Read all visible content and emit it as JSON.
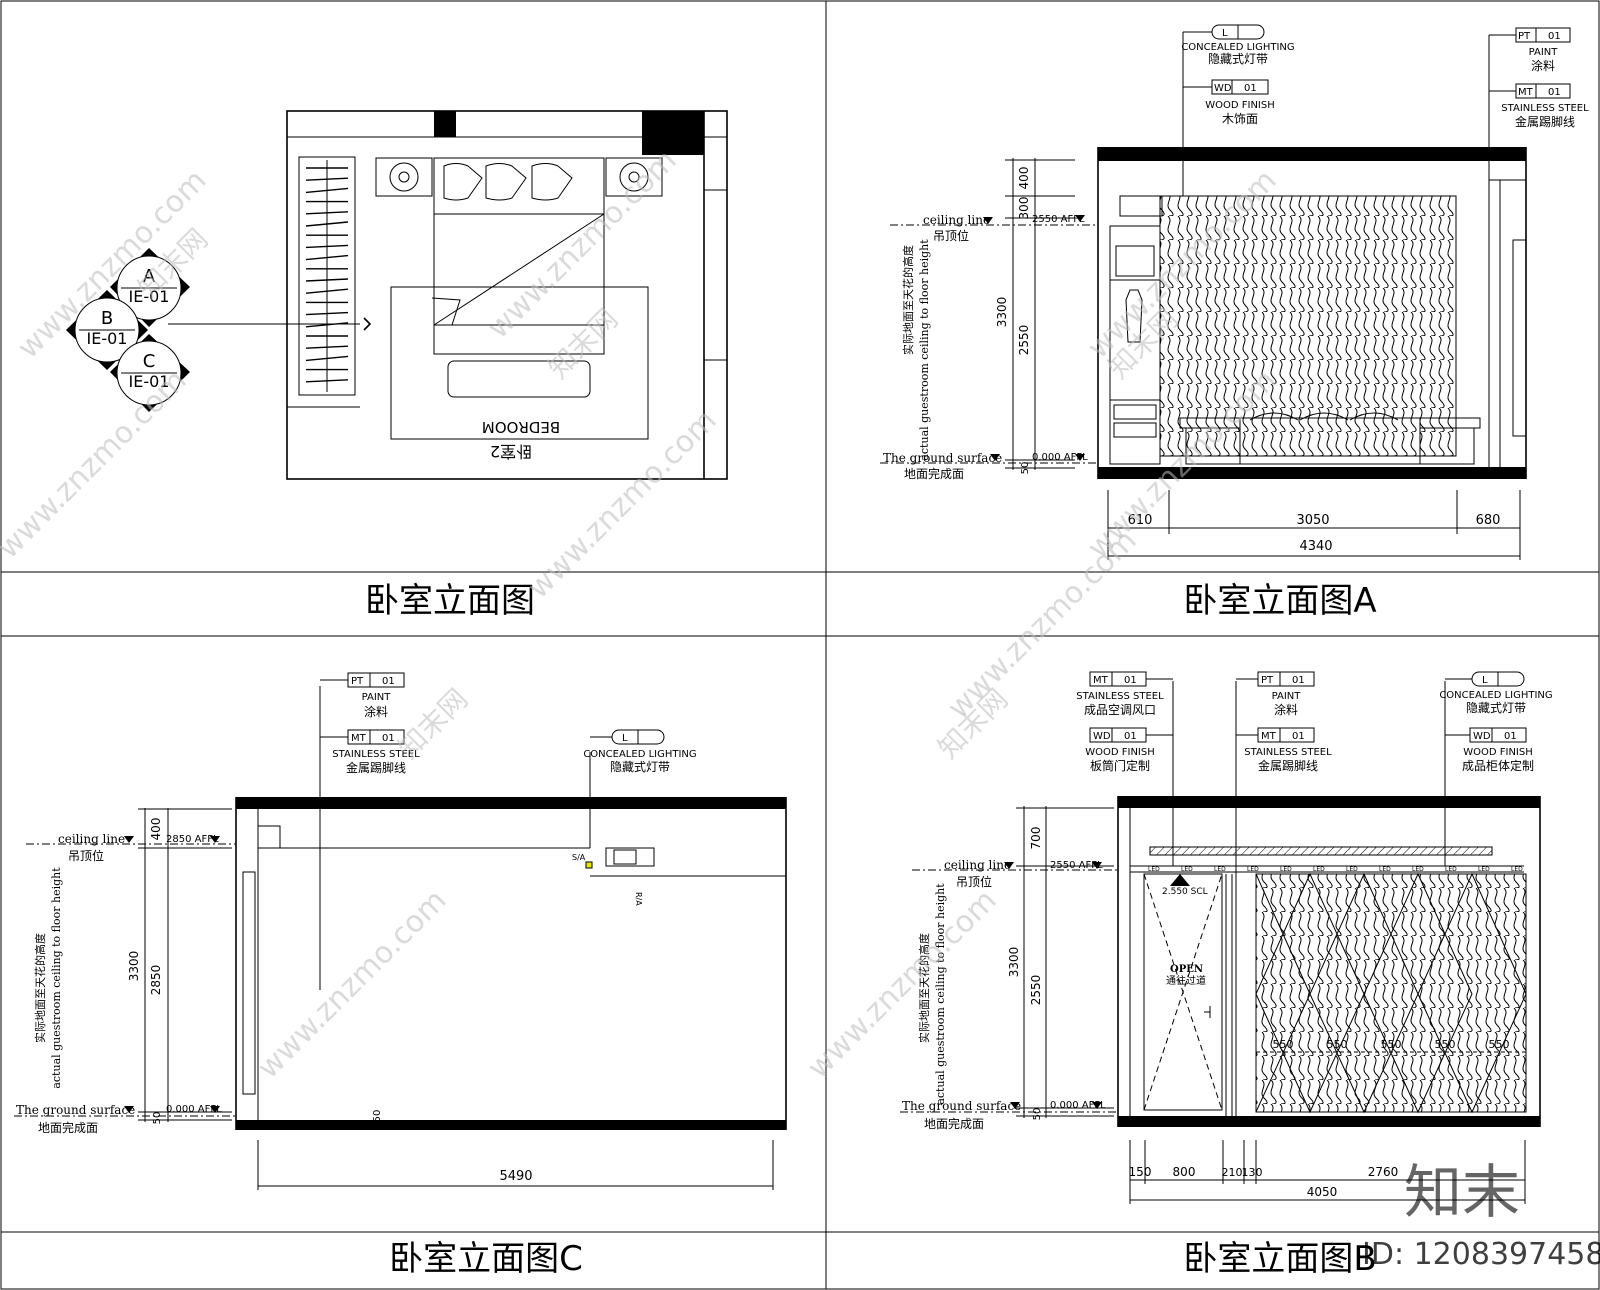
{
  "panels": {
    "plan": {
      "title": "卧室立面图",
      "room_cn": "卧室2",
      "room_en": "BEDROOM",
      "index_markers": [
        {
          "letter": "A",
          "ref": "IE-01"
        },
        {
          "letter": "B",
          "ref": "IE-01"
        },
        {
          "letter": "C",
          "ref": "IE-01"
        }
      ]
    },
    "elev_a": {
      "title": "卧室立面图A",
      "ceiling_en": "ceiling line",
      "ceiling_cn": "吊顶位",
      "ceiling_level": "2550 AFFL",
      "ground_en": "The ground surface",
      "ground_cn": "地面完成面",
      "ground_level": "0.000 AFFL",
      "height_cn": "实际地面至天花的高度",
      "height_en": "actual guestroom ceiling to floor height",
      "dims_v": [
        "400",
        "300",
        "3300",
        "2550",
        "50"
      ],
      "dims_h": [
        "610",
        "3050",
        "680",
        "4340"
      ],
      "tags": [
        {
          "code": "L",
          "num": "",
          "en": "CONCEALED LIGHTING",
          "cn": "隐藏式灯带"
        },
        {
          "code": "WD",
          "num": "01",
          "en": "WOOD FINISH",
          "cn": "木饰面"
        },
        {
          "code": "PT",
          "num": "01",
          "en": "PAINT",
          "cn": "涂料"
        },
        {
          "code": "MT",
          "num": "01",
          "en": "STAINLESS STEEL",
          "cn": "金属踢脚线"
        }
      ]
    },
    "elev_c": {
      "title": "卧室立面图C",
      "ceiling_en": "ceiling line",
      "ceiling_cn": "吊顶位",
      "ceiling_level": "2850 AFFL",
      "ground_en": "The ground surface",
      "ground_cn": "地面完成面",
      "ground_level": "0.000 AFFL",
      "height_cn": "实际地面至天花的高度",
      "height_en": "actual guestroom ceiling to floor height",
      "dims_v": [
        "400",
        "3300",
        "2850",
        "50"
      ],
      "dims_h": [
        "5490"
      ],
      "small_dim": "50",
      "tags": [
        {
          "code": "PT",
          "num": "01",
          "en": "PAINT",
          "cn": "涂料"
        },
        {
          "code": "MT",
          "num": "01",
          "en": "STAINLESS STEEL",
          "cn": "金属踢脚线"
        },
        {
          "code": "L",
          "num": "",
          "en": "CONCEALED LIGHTING",
          "cn": "隐藏式灯带"
        }
      ],
      "small_marks": [
        "S/A",
        "R/A"
      ]
    },
    "elev_b": {
      "title": "卧室立面图B",
      "ceiling_en": "ceiling line",
      "ceiling_cn": "吊顶位",
      "ceiling_level": "2550 AFFL",
      "ground_en": "The ground surface",
      "ground_cn": "地面完成面",
      "ground_level": "0.000 AFFL",
      "height_cn": "实际地面至天花的高度",
      "height_en": "actual guestroom ceiling to floor height",
      "dims_v": [
        "700",
        "3300",
        "2550",
        "50"
      ],
      "dims_h": [
        "150",
        "800",
        "210",
        "130",
        "2760",
        "4050"
      ],
      "panel_dims": [
        "550",
        "550",
        "550",
        "550",
        "550"
      ],
      "door_level": "2.550 SCL",
      "door_open_en": "OPEN",
      "door_open_cn": "通往过道",
      "led": "LED",
      "tags": [
        {
          "code": "MT",
          "num": "01",
          "en": "STAINLESS STEEL",
          "cn": "成品空调风口"
        },
        {
          "code": "WD",
          "num": "01",
          "en": "WOOD FINISH",
          "cn": "板筒门定制"
        },
        {
          "code": "PT",
          "num": "01",
          "en": "PAINT",
          "cn": "涂料"
        },
        {
          "code": "MT",
          "num": "01",
          "en": "STAINLESS STEEL",
          "cn": "金属踢脚线"
        },
        {
          "code": "L",
          "num": "",
          "en": "CONCEALED LIGHTING",
          "cn": "隐藏式灯带"
        },
        {
          "code": "WD",
          "num": "01",
          "en": "WOOD FINISH",
          "cn": "成品柜体定制"
        }
      ]
    }
  },
  "watermark": {
    "brand": "知末",
    "id_text": "ID: 1208397458",
    "site": "www.znzmo.com",
    "site_cn": "知末网"
  }
}
